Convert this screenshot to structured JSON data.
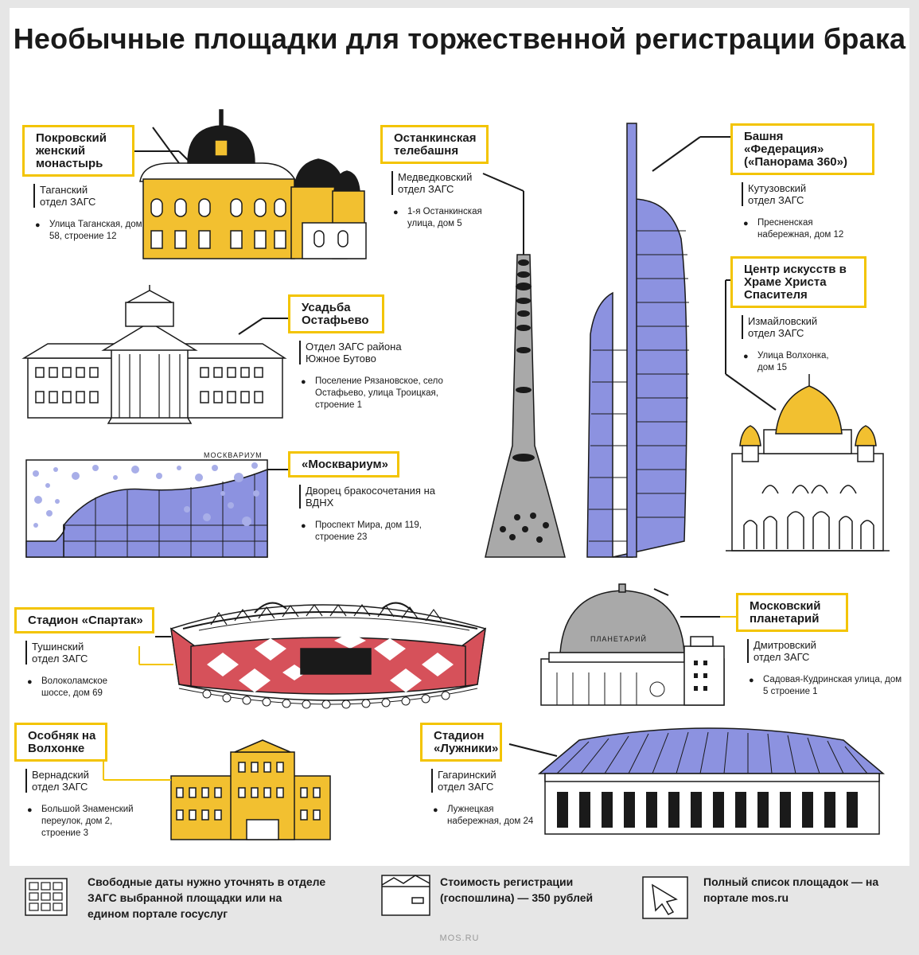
{
  "title": "Необычные площадки для торжественной регистрации брака",
  "venues": [
    {
      "name": "Покровский женский монастырь",
      "office": "Таганский отдел ЗАГС",
      "address": "Улица Таганская, дом 58, строение 12"
    },
    {
      "name": "Усадьба Остафьево",
      "office": "Отдел ЗАГС района Южное Бутово",
      "address": "Поселение Рязановское, село Остафьево, улица Троицкая, строение 1"
    },
    {
      "name": "«Москвариум»",
      "office": "Дворец бракосочетания на ВДНХ",
      "address": "Проспект Мира, дом 119, строение 23"
    },
    {
      "name": "Останкинская телебашня",
      "office": "Медведковский отдел ЗАГС",
      "address": "1-я Останкинская улица, дом 5"
    },
    {
      "name": "Башня «Федерация» («Панорама 360»)",
      "office": "Кутузовский отдел ЗАГС",
      "address": "Пресненская набережная, дом 12"
    },
    {
      "name": "Центр искусств в Храме Христа Спасителя",
      "office": "Измайловский отдел ЗАГС",
      "address": "Улица Волхонка, дом 15"
    },
    {
      "name": "Стадион «Спартак»",
      "office": "Тушинский отдел ЗАГС",
      "address": "Волоколамское шоссе, дом 69"
    },
    {
      "name": "Московский планетарий",
      "office": "Дмитровский отдел ЗАГС",
      "address": "Садовая-Кудринская улица, дом 5 строение 1"
    },
    {
      "name": "Особняк на Волхонке",
      "office": "Вернадский отдел ЗАГС",
      "address": "Большой Знаменский переулок, дом 2, строение 3"
    },
    {
      "name": "Стадион «Лужники»",
      "office": "Гагаринский отдел ЗАГС",
      "address": "Лужнецкая набережная, дом 24"
    }
  ],
  "building_labels": {
    "moskvarium": "МОСКВАРИУМ",
    "planetarium": "ПЛАНЕТАРИЙ"
  },
  "footer": [
    {
      "icon": "calendar-icon",
      "text": "Свободные даты нужно уточнять в отделе ЗАГС выбранной площадки или на едином портале госуслуг"
    },
    {
      "icon": "payment-icon",
      "text": "Стоимость регистрации (госпошлина) — 350 рублей"
    },
    {
      "icon": "cursor-icon",
      "text": "Полный список площадок — на портале mos.ru"
    }
  ],
  "source": "MOS.RU",
  "colors": {
    "accent": "#f3c400",
    "building_yellow": "#f2c030",
    "glass_blue": "#8c92e0",
    "stadium_red": "#d6515a",
    "tower_gray": "#a9a9a9",
    "dots_blue": "#a8aee8"
  }
}
